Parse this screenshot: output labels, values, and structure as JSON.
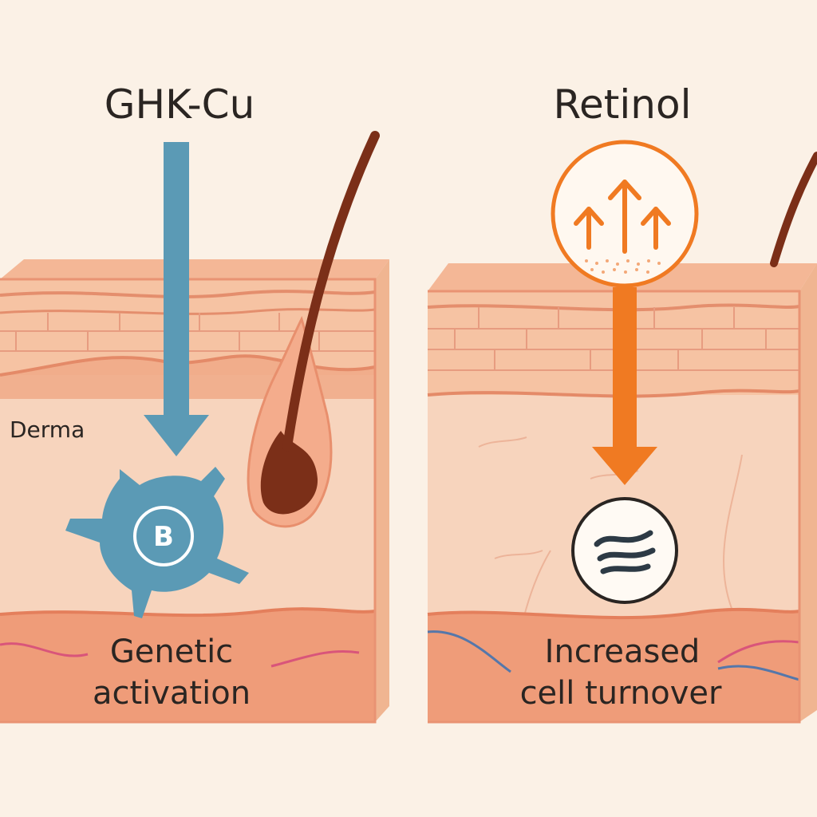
{
  "panels": [
    {
      "title": "GHK-Cu",
      "side_label": "Derma",
      "caption_line1": "Genetic",
      "caption_line2": "activation",
      "cell_glyph": "B"
    },
    {
      "title": "Retinol",
      "caption_line1": "Increased",
      "caption_line2": "cell turnover"
    }
  ],
  "colors": {
    "background": "#fbf1e6",
    "ghk_arrow": "#5b9ab5",
    "retinol_arrow": "#f07a22",
    "skin_top": "#f6c7a7",
    "dermis": "#f7d4bd",
    "dermis_deep": "#ef9c79",
    "hair": "#7b2f18"
  },
  "icons": {
    "ghk_cell": "fibroblast-cell-icon",
    "retinol_badge": "upward-arrows-icon",
    "turnover": "wavy-lines-icon"
  }
}
